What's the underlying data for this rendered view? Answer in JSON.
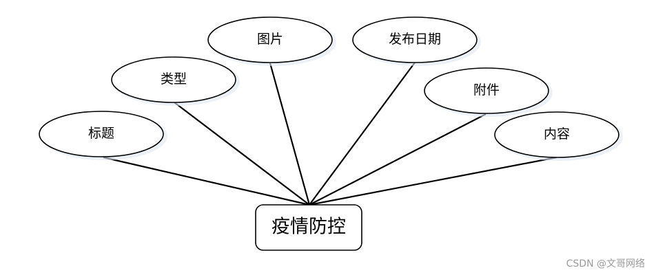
{
  "entity": {
    "label": "疫情防控"
  },
  "attributes": [
    {
      "id": "title",
      "label": "标题"
    },
    {
      "id": "type",
      "label": "类型"
    },
    {
      "id": "image",
      "label": "图片"
    },
    {
      "id": "publish-date",
      "label": "发布日期"
    },
    {
      "id": "attachment",
      "label": "附件"
    },
    {
      "id": "content",
      "label": "内容"
    }
  ],
  "watermark": "CSDN @文哥网络"
}
